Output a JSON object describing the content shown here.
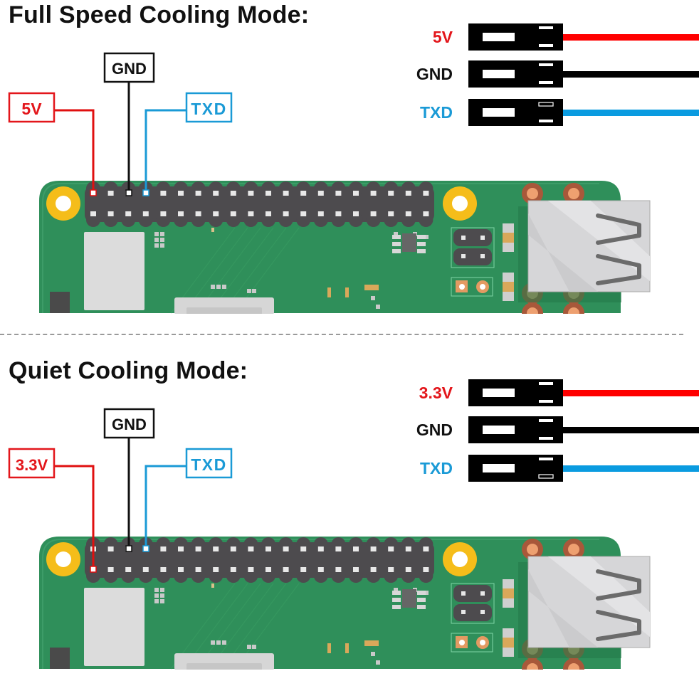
{
  "colors": {
    "red": "#e3161b",
    "black": "#111111",
    "blue": "#1a9ad6",
    "wire_red": "#ff0000",
    "wire_black": "#000000",
    "wire_blue": "#0a9be0",
    "pcb_green": "#2f8f5a",
    "header_gray": "#4d4b4e",
    "mount_yellow": "#f5bd1a",
    "usb_silver": "#d6d6d8"
  },
  "sections": [
    {
      "title": "Full Speed Cooling Mode:",
      "board_labels": [
        {
          "text": "5V",
          "color": "red"
        },
        {
          "text": "GND",
          "color": "black"
        },
        {
          "text": "TXD",
          "color": "blue"
        }
      ],
      "connector": [
        {
          "label": "5V",
          "color": "red",
          "wire": "wire_red"
        },
        {
          "label": "GND",
          "color": "black",
          "wire": "wire_black"
        },
        {
          "label": "TXD",
          "color": "blue",
          "wire": "wire_blue"
        }
      ],
      "power_pin_row": "top"
    },
    {
      "title": "Quiet Cooling Mode:",
      "board_labels": [
        {
          "text": "3.3V",
          "color": "red"
        },
        {
          "text": "GND",
          "color": "black"
        },
        {
          "text": "TXD",
          "color": "blue"
        }
      ],
      "connector": [
        {
          "label": "3.3V",
          "color": "red",
          "wire": "wire_red"
        },
        {
          "label": "GND",
          "color": "black",
          "wire": "wire_black"
        },
        {
          "label": "TXD",
          "color": "blue",
          "wire": "wire_blue"
        }
      ],
      "power_pin_row": "bottom"
    }
  ]
}
